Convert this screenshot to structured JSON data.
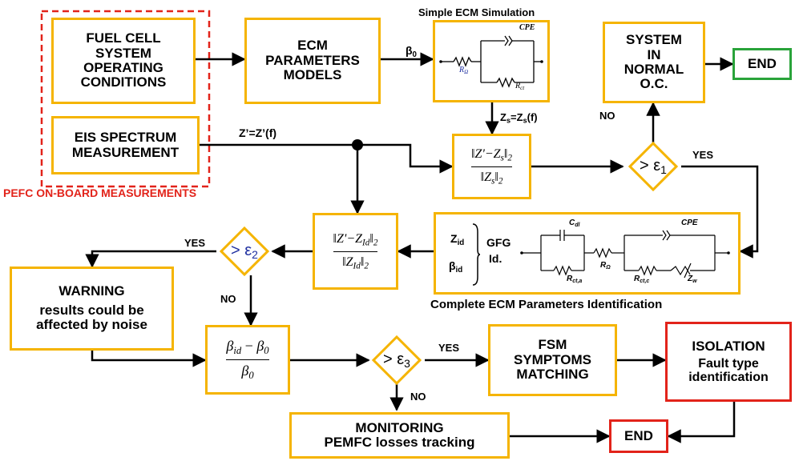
{
  "colors": {
    "box_border": "#f5b400",
    "decision_border": "#e2231a",
    "end_border_green": "#29a33a",
    "onboard_label": "#e2231a",
    "param_blue": "#1e2fa0"
  },
  "onboard": {
    "label": "PEFC ON-BOARD MEASUREMENTS",
    "fc_operating": [
      "FUEL CELL",
      "SYSTEM",
      "OPERATING",
      "CONDITIONS"
    ],
    "eis": [
      "EIS SPECTRUM",
      "MEASUREMENT"
    ]
  },
  "ecm_models": [
    "ECM",
    "PARAMETERS",
    "MODELS"
  ],
  "simple_ecm": {
    "title": "Simple ECM Simulation",
    "cpe": "CPE",
    "r_omega": "R",
    "r_omega_sub": "Ω",
    "r_ct": "R",
    "r_ct_sub": "ct"
  },
  "beta0_label": {
    "sym": "β",
    "sub": "0"
  },
  "zs_label": {
    "a": "Z",
    "a_sub": "s",
    "eq": "=Z",
    "b_sub": "s",
    "tail": "(f)"
  },
  "zprime_label": "Z’=Z’(f)",
  "norm_s": {
    "num": "‖Z'−Z",
    "num_sub": "s",
    "num_tail": "‖",
    "num_norm": "2",
    "den": "‖Z",
    "den_sub": "s",
    "den_tail": "‖",
    "den_norm": "2"
  },
  "norm_id": {
    "num": "‖Z'−Z",
    "num_sub": "Id",
    "num_tail": "‖",
    "num_norm": "2",
    "den": "‖Z",
    "den_sub": "Id",
    "den_tail": "‖",
    "den_norm": "2"
  },
  "normal": {
    "lines": [
      "SYSTEM",
      "IN",
      "NORMAL",
      "O.C."
    ]
  },
  "end_top": "END",
  "end_bottom": "END",
  "dec1": {
    "sym": "> ε",
    "sub": "1",
    "yes": "YES",
    "no": "NO"
  },
  "dec2": {
    "sym": "> ε",
    "sub": "2",
    "yes": "YES",
    "no": "NO"
  },
  "dec3": {
    "sym": "> ε",
    "sub": "3",
    "yes": "YES",
    "no": "NO"
  },
  "complete_ecm": {
    "caption": "Complete ECM Parameters Identification",
    "z_id": "Z",
    "z_id_sub": "id",
    "beta_id": "β",
    "beta_id_sub": "id",
    "gfg": [
      "GFG",
      "Id."
    ],
    "c_dl": "C",
    "c_dl_sub": "dl",
    "r_cta": "R",
    "r_cta_sub": "ct,a",
    "r_omega": "R",
    "r_omega_sub": "Ω",
    "cpe": "CPE",
    "r_ctc": "R",
    "r_ctc_sub": "ct,c",
    "z_w": "Z",
    "z_w_sub": "w"
  },
  "warning": {
    "title": "WARNING",
    "lines": [
      "results could be",
      "affected by noise"
    ]
  },
  "beta_ratio": {
    "num_a": "β",
    "num_a_sub": "id",
    "minus": "−",
    "num_b": "β",
    "num_b_sub": "0",
    "den": "β",
    "den_sub": "0"
  },
  "fsm": [
    "FSM",
    "SYMPTOMS",
    "MATCHING"
  ],
  "isolation": {
    "title": "ISOLATION",
    "lines": [
      "Fault type",
      "identification"
    ]
  },
  "monitoring": {
    "title": "MONITORING",
    "sub": "PEMFC losses tracking"
  }
}
